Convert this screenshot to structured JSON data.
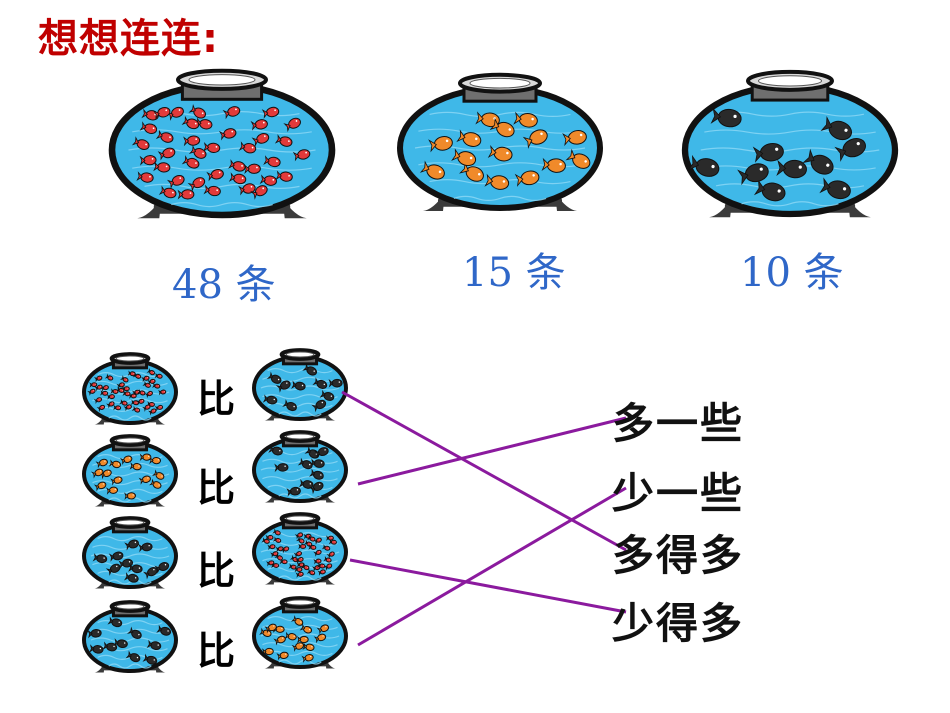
{
  "title": "想想连连:",
  "counts": [
    "48 条",
    "15 条",
    "10 条"
  ],
  "compare_word": "比",
  "phrases": [
    "多一些",
    "少一些",
    "多得多",
    "少得多"
  ],
  "jars": {
    "red": {
      "fish": "red",
      "count": 48
    },
    "orange": {
      "fish": "orange",
      "count": 15
    },
    "black": {
      "fish": "black",
      "count": 10
    }
  },
  "comparisons": [
    {
      "left": "red",
      "right": "black",
      "answer": "多得多"
    },
    {
      "left": "orange",
      "right": "black",
      "answer": "多一些"
    },
    {
      "left": "black",
      "right": "red",
      "answer": "少得多"
    },
    {
      "left": "black",
      "right": "orange",
      "answer": "少一些"
    }
  ],
  "colors": {
    "title": "#c00000",
    "count_text": "#2f67c8",
    "connector": "#8b1a9e",
    "water": "#3fb8e8",
    "red_fish": "#e23a3a",
    "orange_fish": "#f08a2a",
    "black_fish": "#2a2a2a"
  }
}
